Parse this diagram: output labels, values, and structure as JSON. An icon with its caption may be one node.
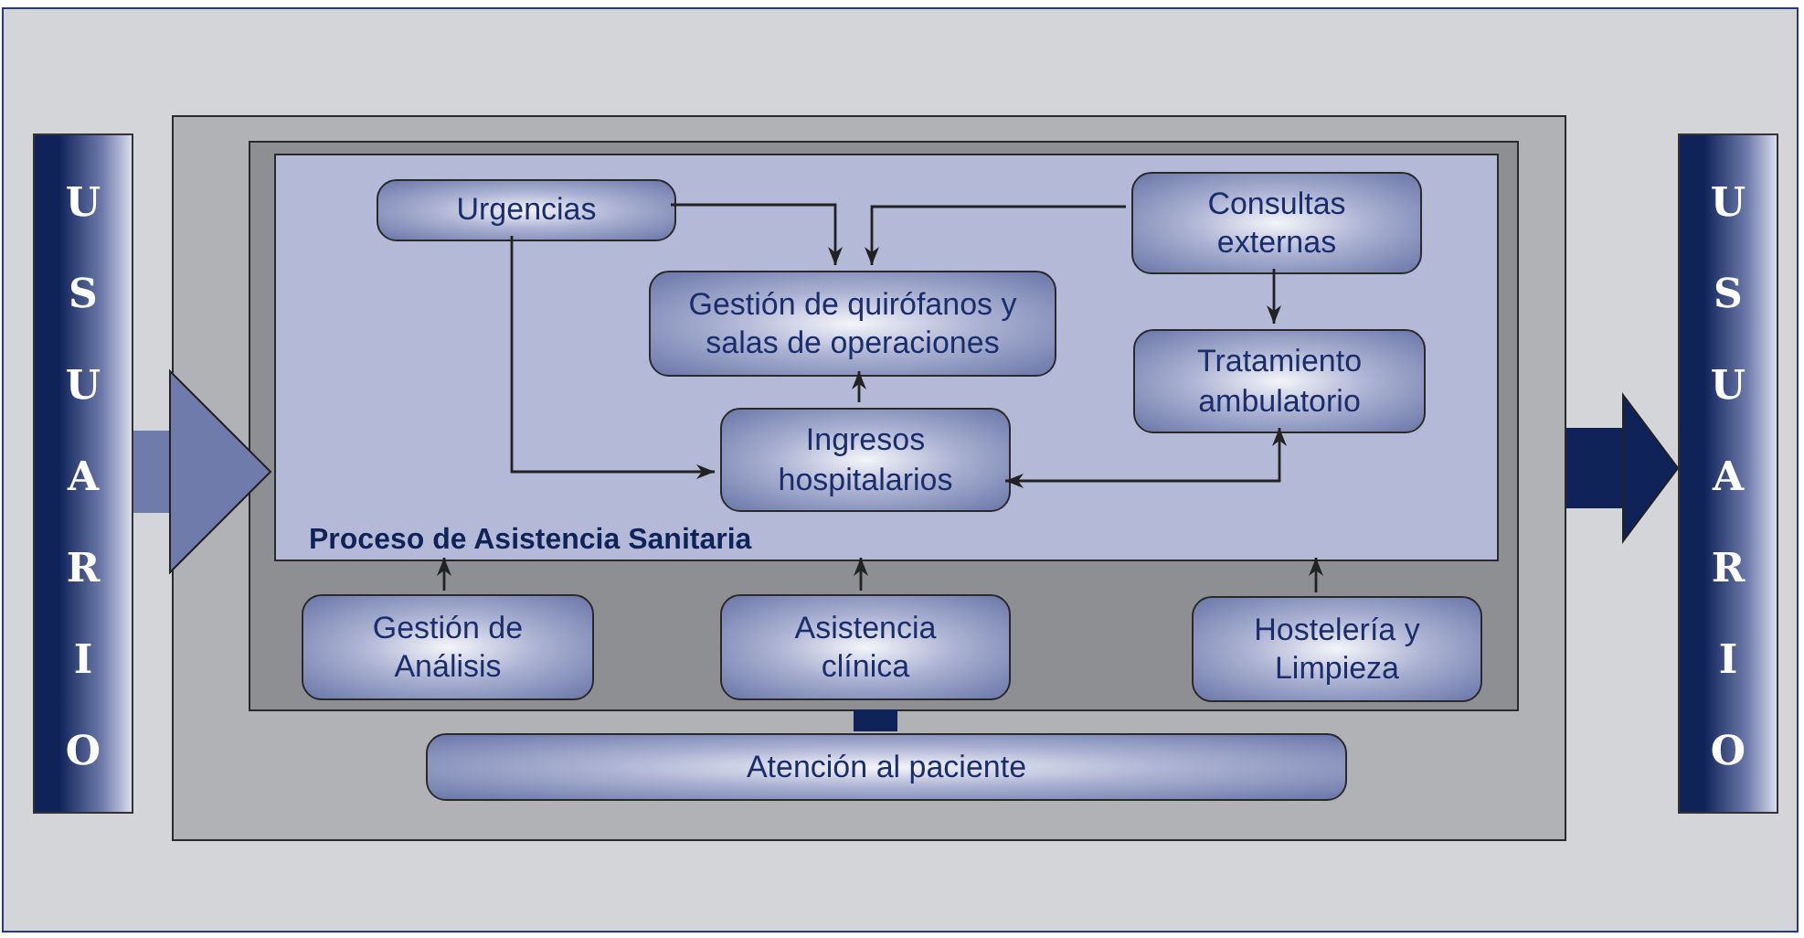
{
  "diagram": {
    "nodes": [
      {
        "text": [
          "USUARIO"
        ]
      },
      {
        "text": [],
        "shape": "box"
      },
      {
        "text": [],
        "shape": "box",
        "in": 1
      },
      {
        "text": [
          "Proceso de Asistencia Sanitaria"
        ],
        "in": 2
      },
      {
        "text": [
          "Urgencias"
        ],
        "in": 3
      },
      {
        "text": [
          "Gestión de quirófanos y salas de operaciones"
        ],
        "in": 3
      },
      {
        "text": [
          "Consultas externas"
        ],
        "in": 3
      },
      {
        "text": [
          "Ingresos hospitalarios"
        ],
        "in": 3
      },
      {
        "text": [
          "Tratamiento ambulatorio"
        ],
        "in": 3
      },
      {
        "text": [
          "Gestión de Análisis"
        ],
        "in": 2
      },
      {
        "text": [
          "Asistencia clínica"
        ],
        "in": 2
      },
      {
        "text": [
          "Hostelería y Limpieza"
        ],
        "in": 2
      },
      {
        "text": [
          "Atención al paciente"
        ],
        "in": 1
      },
      {
        "text": [
          "USUARIO"
        ]
      }
    ],
    "edges": [
      {
        "from": 0,
        "to": 3,
        "arrow": "to",
        "style": "thick",
        "color": "#6f7bab"
      },
      {
        "from": 1,
        "to": 13,
        "arrow": "to",
        "style": "thick",
        "color": "#0f2359"
      },
      {
        "from": 4,
        "to": 5,
        "arrow": "to"
      },
      {
        "from": 6,
        "to": 5,
        "arrow": "to"
      },
      {
        "from": 4,
        "to": 7,
        "arrow": "to"
      },
      {
        "from": 7,
        "to": 5,
        "arrow": "to"
      },
      {
        "from": 6,
        "to": 8,
        "arrow": "to"
      },
      {
        "from": 7,
        "to": 8,
        "arrow": "both"
      },
      {
        "from": 9,
        "to": 3,
        "arrow": "to"
      },
      {
        "from": 10,
        "to": 3,
        "arrow": "to"
      },
      {
        "from": 11,
        "to": 3,
        "arrow": "to"
      },
      {
        "from": 12,
        "to": 2,
        "arrow": "none",
        "style": "thick",
        "color": "#0f2359"
      }
    ]
  }
}
